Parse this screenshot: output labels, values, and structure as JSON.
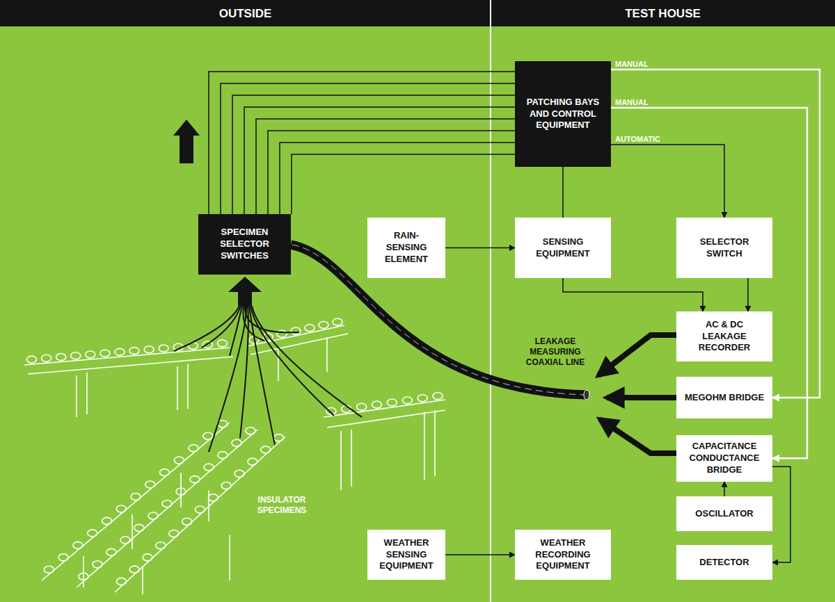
{
  "diagram": {
    "nodes": [
      {
        "text": [
          "PATCHING BAYS AND CONTROL EQUIPMENT"
        ]
      },
      {
        "text": [
          "SPECIMEN SELECTOR SWITCHES"
        ]
      },
      {
        "text": [
          "RAIN-SENSING ELEMENT"
        ]
      },
      {
        "text": [
          "SENSING EQUIPMENT"
        ]
      },
      {
        "text": [
          "SELECTOR SWITCH"
        ]
      },
      {
        "text": [
          "AC & DC LEAKAGE RECORDER"
        ]
      },
      {
        "text": [
          "MEGOHM BRIDGE"
        ]
      },
      {
        "text": [
          "CAPACITANCE CONDUCTANCE BRIDGE"
        ]
      },
      {
        "text": [
          "OSCILLATOR"
        ]
      },
      {
        "text": [
          "DETECTOR"
        ]
      },
      {
        "text": [
          "WEATHER SENSING EQUIPMENT"
        ]
      },
      {
        "text": [
          "WEATHER RECORDING EQUIPMENT"
        ]
      }
    ],
    "edges": [
      {
        "from": 0,
        "to": 1,
        "arrow": "none"
      },
      {
        "from": 0,
        "to": 3,
        "arrow": "none"
      },
      {
        "from": 0,
        "to": 4,
        "label": "AUTOMATIC",
        "arrow": "to"
      },
      {
        "from": 0,
        "to": 6,
        "label": "MANUAL",
        "arrow": "to"
      },
      {
        "from": 0,
        "to": 7,
        "label": "MANUAL",
        "arrow": "to"
      },
      {
        "from": 2,
        "to": 3,
        "arrow": "to"
      },
      {
        "from": 3,
        "to": 5,
        "arrow": "to"
      },
      {
        "from": 4,
        "to": 5,
        "arrow": "to"
      },
      {
        "from": 8,
        "to": 7,
        "arrow": "to"
      },
      {
        "from": 7,
        "to": 9,
        "arrow": "to"
      },
      {
        "from": 10,
        "to": 11,
        "arrow": "to"
      }
    ],
    "labels": [
      "OUTSIDE",
      "TEST HOUSE",
      "LEAKAGE MEASURING COAXIAL LINE",
      "INSULATOR SPECIMENS"
    ]
  }
}
